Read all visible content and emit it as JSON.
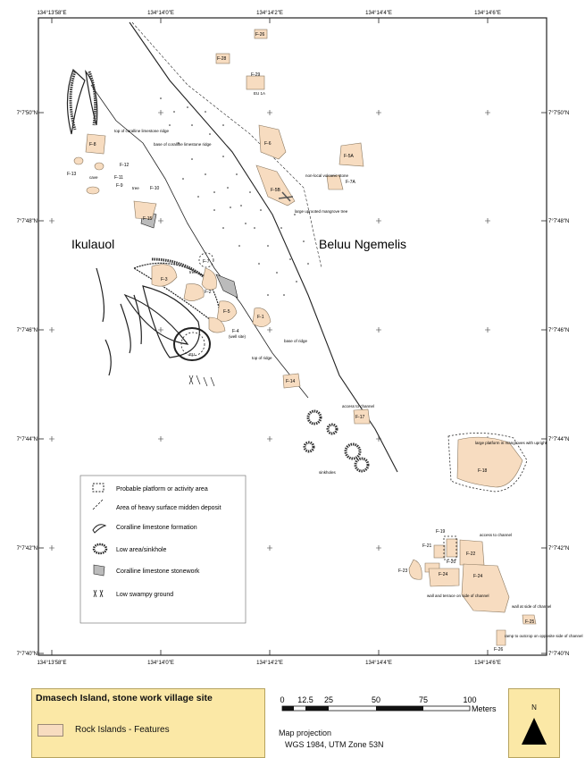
{
  "map": {
    "lon_ticks": [
      "134°13'58\"E",
      "134°14'0\"E",
      "134°14'2\"E",
      "134°14'4\"E",
      "134°14'6\"E"
    ],
    "lat_ticks": [
      "7°7'50\"N",
      "7°7'48\"N",
      "7°7'46\"N",
      "7°7'44\"N",
      "7°7'42\"N",
      "7°7'40\"N"
    ],
    "places": {
      "ikulauol": "Ikulauol",
      "beluu": "Beluu Ngemelis"
    },
    "annotations": {
      "top_coral_ridge": "top of coralline limestone ridge",
      "base_coral_ridge": "base of coralline limestone ridge",
      "non_local_stone": "non-local volcanic stone",
      "uprooted_tree": "large uprooted mangrove tree",
      "base_of_ridge": "base of ridge",
      "top_of_ridge": "top of ridge",
      "access_to_channel_a": "access to channel",
      "sinkholes": "sinkholes",
      "large_platform": "large platform in mangroves with upright",
      "access_to_channel_b": "access to channel",
      "wall_and_terrace": "wall and terrace on side of channel",
      "wall_at_side": "wall at side of channel",
      "ramp_to_outcrop": "ramp to outcrop on opposite side of channel",
      "tree": "tree",
      "cave": "cave",
      "well_site": "(well site)",
      "eu_1a": "EU 1A",
      "eu": "EU"
    },
    "features": [
      "F-26",
      "F-28",
      "F-29",
      "F-6",
      "F-5A",
      "F-7A",
      "F-5B",
      "F-8",
      "F-11",
      "F-12",
      "F-13",
      "F-9",
      "F-10",
      "F-15",
      "F-7",
      "F-3",
      "F-2",
      "F-5",
      "F-4",
      "F-1",
      "F-14",
      "F-17",
      "F-18",
      "F-19",
      "F-21",
      "F-22",
      "F-20",
      "F-23",
      "F-24",
      "F-24",
      "F-25",
      "F-26"
    ],
    "legend": {
      "platform": "Probable platform or activity area",
      "midden": "Area of heavy surface midden deposit",
      "coralline": "Coralline limestone formation",
      "sinkhole": "Low area/sinkhole",
      "stonework": "Coralline limestone stonework",
      "swampy": "Low swampy ground"
    }
  },
  "panel": {
    "title": "Dmasech Island, stone work village site",
    "legend_label": "Rock Islands - Features"
  },
  "scale": {
    "ticks": [
      "0",
      "12.5",
      "25",
      "50",
      "75",
      "100"
    ],
    "unit": "Meters",
    "projection_title": "Map projection",
    "projection_value": "WGS 1984,  UTM Zone 53N"
  },
  "north": {
    "label": "N"
  }
}
